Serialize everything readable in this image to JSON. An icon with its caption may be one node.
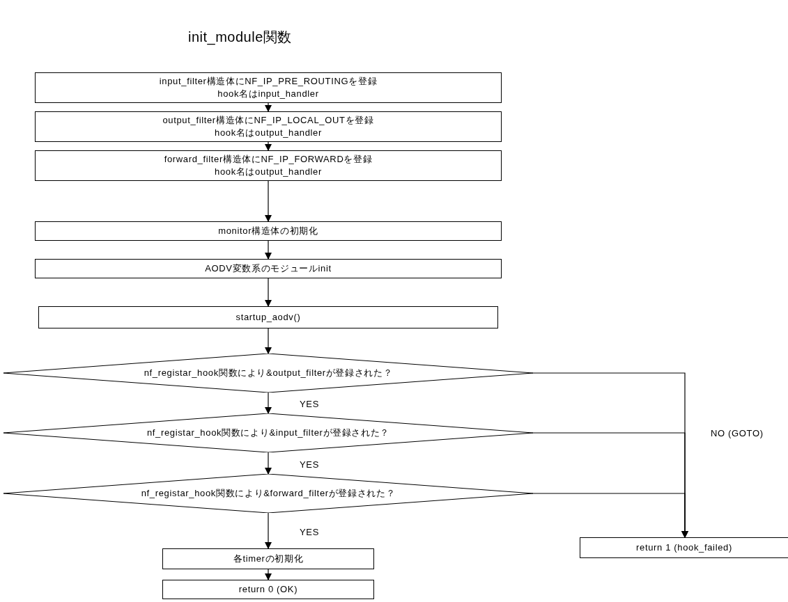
{
  "diagram": {
    "title": "init_module関数",
    "nodes": [
      {
        "text": [
          "input_filter構造体にNF_IP_PRE_ROUTINGを登録",
          "hook名はinput_handler"
        ]
      },
      {
        "text": [
          "output_filter構造体にNF_IP_LOCAL_OUTを登録",
          "hook名はoutput_handler"
        ]
      },
      {
        "text": [
          "forward_filter構造体にNF_IP_FORWARDを登録",
          "hook名はoutput_handler"
        ]
      },
      {
        "text": [
          "monitor構造体の初期化"
        ]
      },
      {
        "text": [
          "AODV変数系のモジュールinit"
        ]
      },
      {
        "text": [
          "startup_aodv()"
        ]
      },
      {
        "text": [
          "nf_registar_hook関数により&output_filterが登録された？"
        ]
      },
      {
        "text": [
          "nf_registar_hook関数により&input_filterが登録された？"
        ]
      },
      {
        "text": [
          "nf_registar_hook関数により&forward_filterが登録された？"
        ]
      },
      {
        "text": [
          "各timerの初期化"
        ]
      },
      {
        "text": [
          "return 0 (OK)"
        ]
      },
      {
        "text": [
          "return 1 (hook_failed)"
        ]
      }
    ],
    "edges": [
      {
        "from": 0,
        "to": 1,
        "arrow": "to"
      },
      {
        "from": 1,
        "to": 2,
        "arrow": "to"
      },
      {
        "from": 2,
        "to": 3,
        "arrow": "to"
      },
      {
        "from": 3,
        "to": 4,
        "arrow": "to"
      },
      {
        "from": 4,
        "to": 5,
        "arrow": "to"
      },
      {
        "from": 5,
        "to": 6,
        "arrow": "to"
      },
      {
        "from": 6,
        "to": 7,
        "arrow": "to",
        "label": "YES"
      },
      {
        "from": 7,
        "to": 8,
        "arrow": "to",
        "label": "YES"
      },
      {
        "from": 8,
        "to": 9,
        "arrow": "to",
        "label": "YES"
      },
      {
        "from": 9,
        "to": 10,
        "arrow": "to"
      },
      {
        "from": 6,
        "to": 11,
        "arrow": "to"
      },
      {
        "from": 7,
        "to": 11,
        "arrow": "to",
        "label": "NO (GOTO)"
      },
      {
        "from": 8,
        "to": 11,
        "arrow": "to"
      }
    ]
  }
}
